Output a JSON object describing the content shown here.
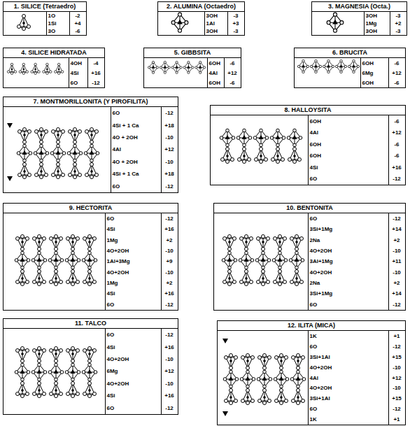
{
  "diagram": {
    "nodes": [
      {
        "text": [
          "1. SILICE (Tetraedro)",
          "1O",
          "-2",
          "1Si",
          "+4",
          "3O",
          "-6"
        ]
      },
      {
        "text": [
          "2. ALUMINA (Octaedro)",
          "3OH",
          "-3",
          "1Al",
          "+3",
          "3OH",
          "-3"
        ]
      },
      {
        "text": [
          "3. MAGNESIA (Octa.)",
          "3OH",
          "-3",
          "1Mg",
          "+2",
          "3OH",
          "-3"
        ]
      },
      {
        "text": [
          "4. SILICE HIDRATADA",
          "4OH",
          "-4",
          "4Si",
          "+16",
          "6O",
          "-12"
        ]
      },
      {
        "text": [
          "5. GIBBSITA",
          "6OH",
          "-6",
          "4Al",
          "+12",
          "6OH",
          "-6"
        ]
      },
      {
        "text": [
          "6. BRUCITA",
          "6OH",
          "-6",
          "6Mg",
          "+12",
          "6OH",
          "-6"
        ]
      },
      {
        "text": [
          "7. MONTMORILLONITA (Y PIROFILITA)",
          "6O",
          "-12",
          "4Si + 1 Ca",
          "+18",
          "4O + 2OH",
          "-10",
          "4Al",
          "+12",
          "4O + 2OH",
          "-10",
          "4Si + 1 Ca",
          "+18",
          "6O",
          "-12"
        ]
      },
      {
        "text": [
          "8. HALLOYSITA",
          "6OH",
          "-6",
          "4Al",
          "+12",
          "6OH",
          "-6",
          "6OH",
          "-6",
          "4Si",
          "+16",
          "6O",
          "-12"
        ]
      },
      {
        "text": [
          "9. HECTORITA",
          "6O",
          "-12",
          "4Si",
          "+16",
          "1Mg",
          "+2",
          "4O+2OH",
          "-10",
          "1Al+3Mg",
          "+9",
          "4O+2OH",
          "-10",
          "1Mg",
          "+2",
          "4Si",
          "+16",
          "6O",
          "-12"
        ]
      },
      {
        "text": [
          "10. BENTONITA",
          "6O",
          "-12",
          "3Si+1Mg",
          "+14",
          "2Na",
          "+2",
          "4O+2OH",
          "-10",
          "3Al+1Mg",
          "+11",
          "4O+2OH",
          "-10",
          "2Na",
          "+2",
          "3Si+1Mg",
          "+14",
          "6O",
          "-12"
        ]
      },
      {
        "text": [
          "11. TALCO",
          "6O",
          "-12",
          "4Si",
          "+16",
          "4O+2OH",
          "-10",
          "6Mg",
          "+12",
          "4O+2OH",
          "-10",
          "4Si",
          "+16",
          "6O",
          "-12"
        ]
      },
      {
        "text": [
          "12. ILITA (MICA)",
          "1K",
          "+1",
          "6O",
          "-12",
          "3Si+1Al",
          "+15",
          "4O+2OH",
          "-10",
          "4Al",
          "+12",
          "4O+2OH",
          "-10",
          "3Si+1Al",
          "+15",
          "6O",
          "-12",
          "1K",
          "+1"
        ]
      }
    ]
  }
}
